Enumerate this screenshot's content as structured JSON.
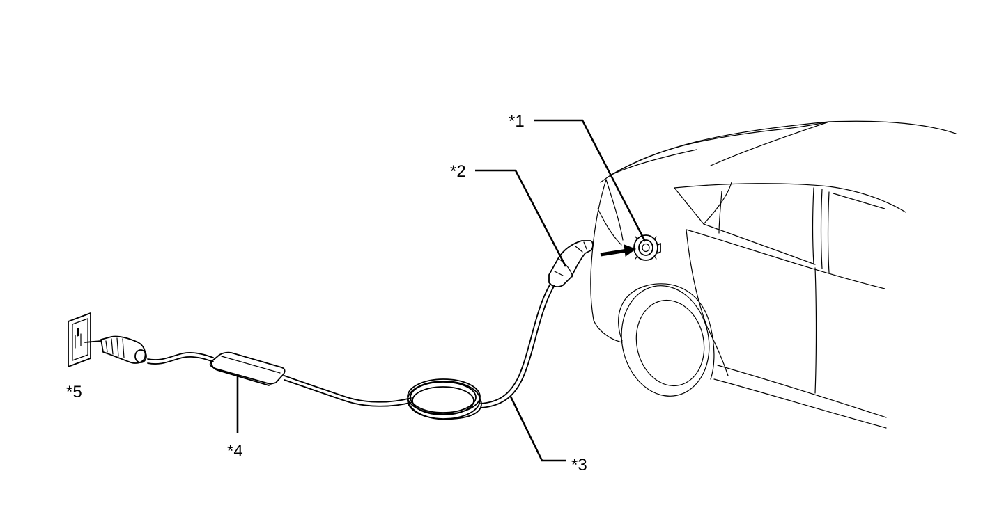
{
  "callouts": [
    {
      "id": "1",
      "label": "*1"
    },
    {
      "id": "2",
      "label": "*2"
    },
    {
      "id": "3",
      "label": "*3"
    },
    {
      "id": "4",
      "label": "*4"
    },
    {
      "id": "5",
      "label": "*5"
    }
  ],
  "colors": {
    "line": "#000000",
    "background": "#ffffff",
    "fill_light": "#ffffff",
    "fill_shade": "#e6e6e6"
  }
}
